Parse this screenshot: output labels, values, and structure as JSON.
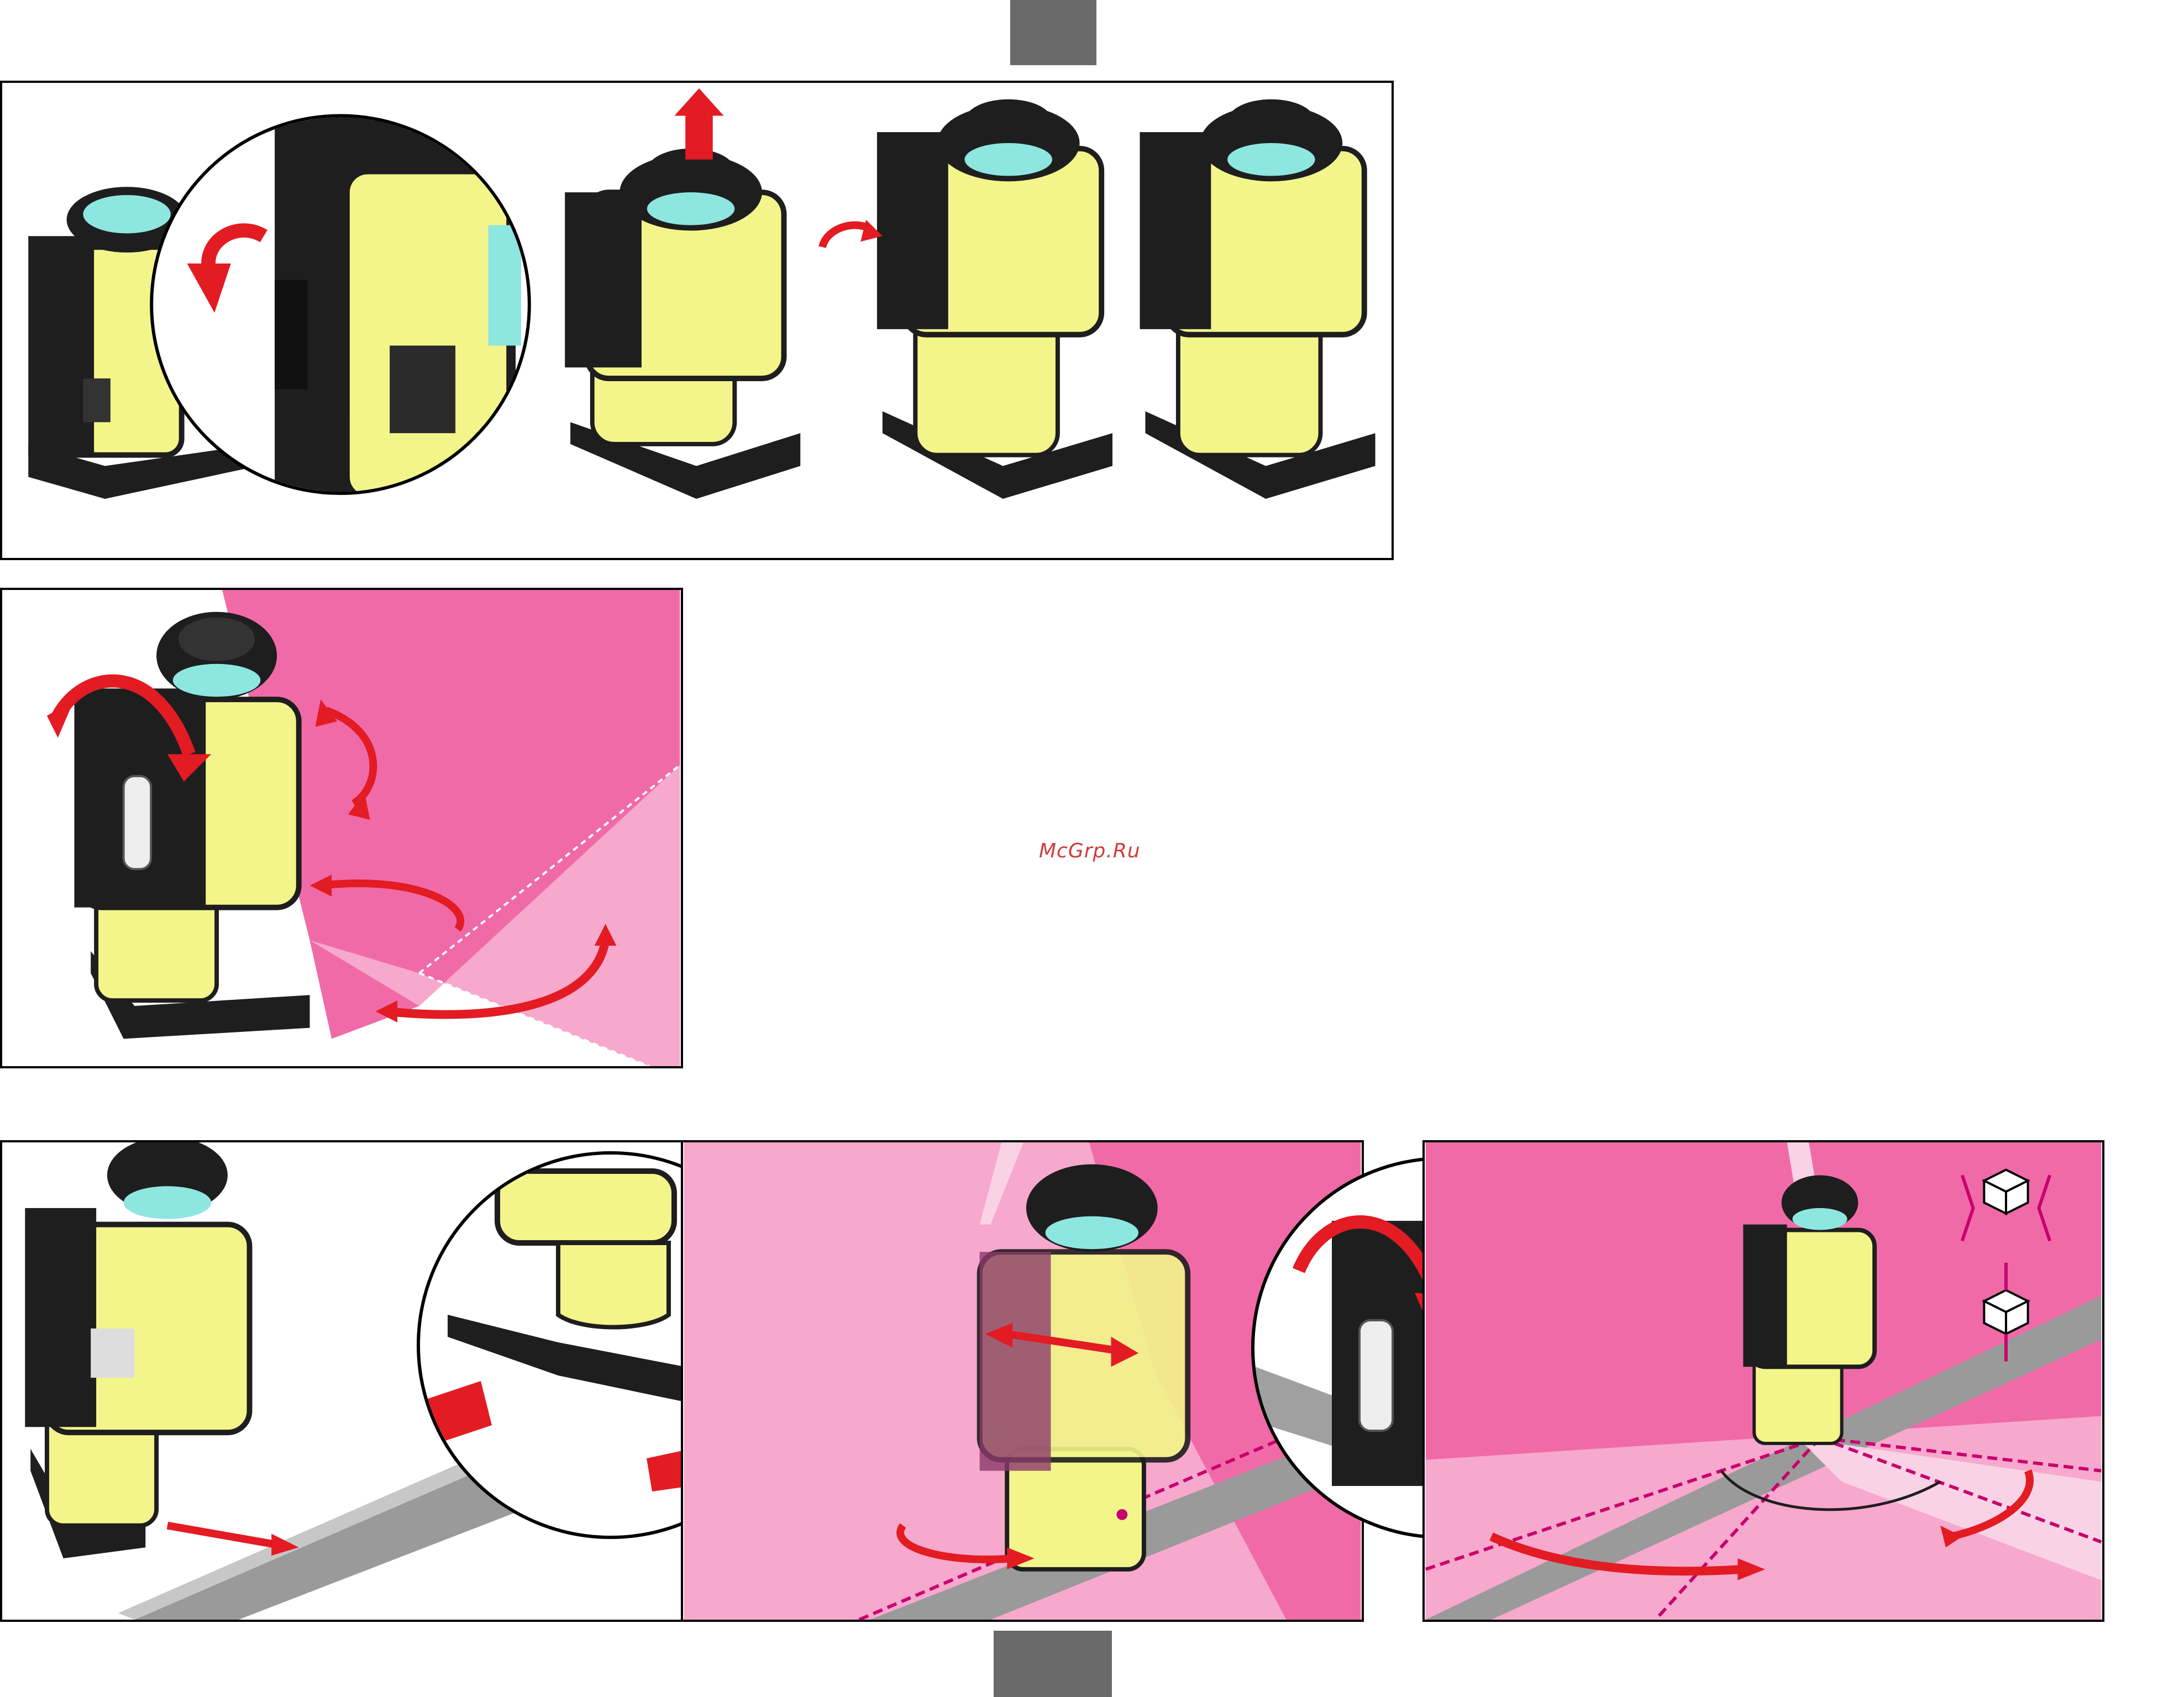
{
  "watermark": {
    "text": "McGrp.Ru"
  },
  "colors": {
    "laser_pink": "#f06aa8",
    "laser_pink_light": "#f7a8cd",
    "device_yellow": "#f3f58a",
    "device_black": "#1e1e1e",
    "arrow_red": "#e31b23",
    "rail_gray": "#9a9a9a",
    "tab_gray": "#6a6a6a",
    "lens_cyan": "#8ee6e0"
  },
  "figures": [
    {
      "icon": "laser-level-battery-steps-figure"
    },
    {
      "icon": "laser-level-rotation-figure"
    },
    {
      "icon": "laser-level-rail-clamp-figure"
    },
    {
      "icon": "laser-level-rail-projection-figure"
    },
    {
      "icon": "laser-level-floor-alignment-figure"
    }
  ]
}
